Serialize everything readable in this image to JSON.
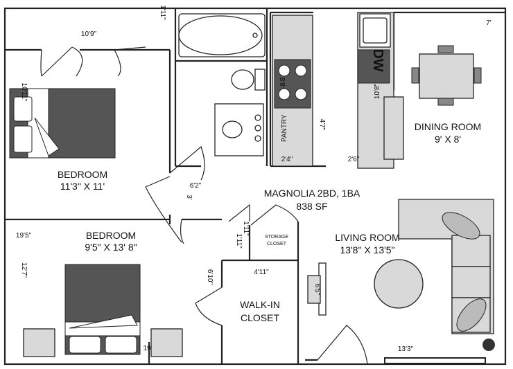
{
  "title": "MAGNOLIA 2BD, 1BA",
  "area": "838 SF",
  "rooms": {
    "bedroom1": {
      "name": "BEDROOM",
      "size": "11'3\" X 11'"
    },
    "bedroom2": {
      "name": "BEDROOM",
      "size": "9'5\" X 13' 8\""
    },
    "dining": {
      "name": "DINING ROOM",
      "size": "9' X 8'"
    },
    "living": {
      "name": "LIVING ROOM",
      "size": "13'8\" X 13'5\""
    },
    "walkin": {
      "line1": "WALK-IN",
      "line2": "CLOSET"
    },
    "storage": {
      "line1": "STORAGE",
      "line2": "CLOSET"
    },
    "pantry": "PANTRY",
    "dishwasher": "DW"
  },
  "dims": {
    "d_10_9": "10'9\"",
    "d_10_11": "10'11\"",
    "d_1_11_top": "1'11\"",
    "d_8_8": "8'8\"",
    "d_4_7": "4'7\"",
    "d_2_4": "2'4\"",
    "d_2_6": "2'6\"",
    "d_10_8": "10'8\"",
    "d_7": "7'",
    "d_6_2": "6'2\"",
    "d_3": "3'",
    "d_19_5": "19'5\"",
    "d_12_7": "12'7\"",
    "d_1_11_a": "1'11\"",
    "d_1_11_b": "1'11\"",
    "d_4_11": "4'11\"",
    "d_6_10": "6'10\"",
    "d_6_5": "6'5\"",
    "d_13_3": "13'3\"",
    "d_19": "19"
  }
}
